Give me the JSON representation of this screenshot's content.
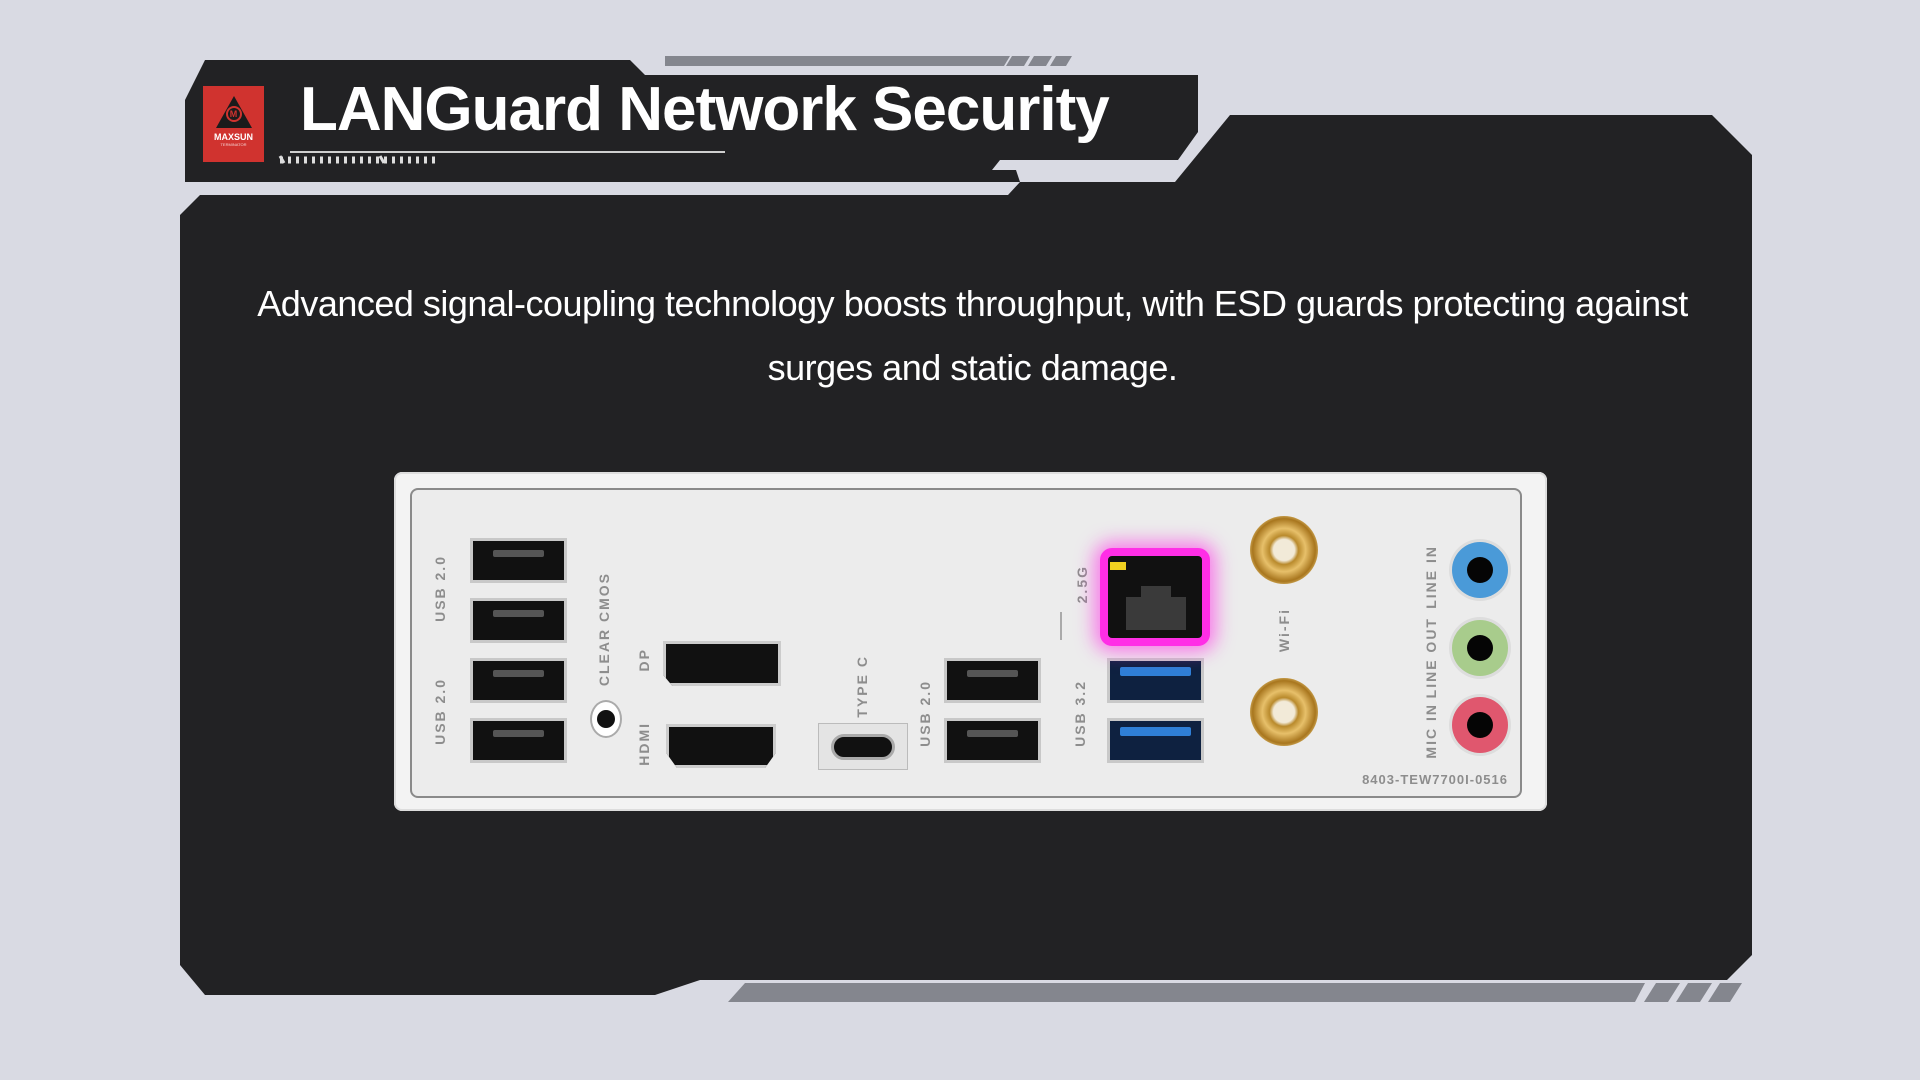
{
  "header": {
    "title": "LANGuard Network Security",
    "logo": {
      "brand": "MAXSUN",
      "sub": "TERMINATOR"
    }
  },
  "subtitle": "Advanced signal-coupling technology boosts throughput, with ESD guards protecting against surges and static damage.",
  "io_panel": {
    "labels": {
      "usb20_a": "USB 2.0",
      "usb20_b": "USB 2.0",
      "clear_cmos": "CLEAR CMOS",
      "dp": "DP",
      "hdmi": "HDMI",
      "type_c": "TYPE C",
      "usb20_c": "USB 2.0",
      "usb32": "USB 3.2",
      "lan": "2.5G",
      "wifi": "Wi-Fi",
      "line_in": "LINE IN",
      "line_out": "LINE OUT",
      "mic_in": "MIC IN"
    },
    "part_number": "8403-TEW7700I-0516"
  },
  "colors": {
    "accent_glow": "#ff2ee6",
    "brand_red": "#d0332f",
    "line_in": "#4a9ad8",
    "line_out": "#a8cc8c",
    "mic_in": "#e0576e"
  }
}
